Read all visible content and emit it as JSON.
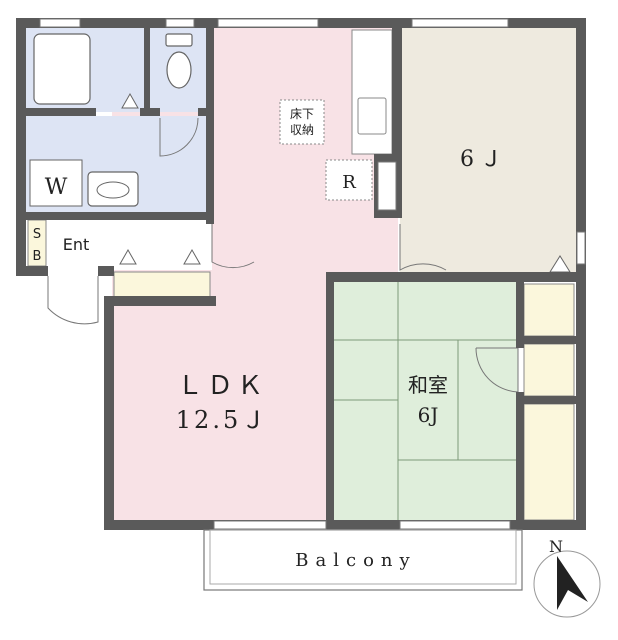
{
  "rooms": {
    "ldk": {
      "label": "ＬＤＫ",
      "size": "12.5Ｊ"
    },
    "western": {
      "label": "6Ｊ"
    },
    "japanese": {
      "label": "和室",
      "size": "6J"
    },
    "refrigerator": {
      "label": "R"
    },
    "underfloor_storage": {
      "line1": "床下",
      "line2": "収納"
    },
    "washroom": {
      "label": "W"
    },
    "shoe_box": {
      "line1": "S",
      "line2": "B"
    },
    "entrance": {
      "label": "Ent"
    },
    "balcony": {
      "label": "Balcony"
    }
  },
  "compass": {
    "label": "N"
  },
  "colors": {
    "wall": "#5a5a5a",
    "ldk": "#f8e2e6",
    "western": "#eeeadf",
    "japanese": "#dfeedb",
    "wet_area": "#dde4f4",
    "closet": "#fbf7dc",
    "tatami_line": "#7d9a78"
  }
}
